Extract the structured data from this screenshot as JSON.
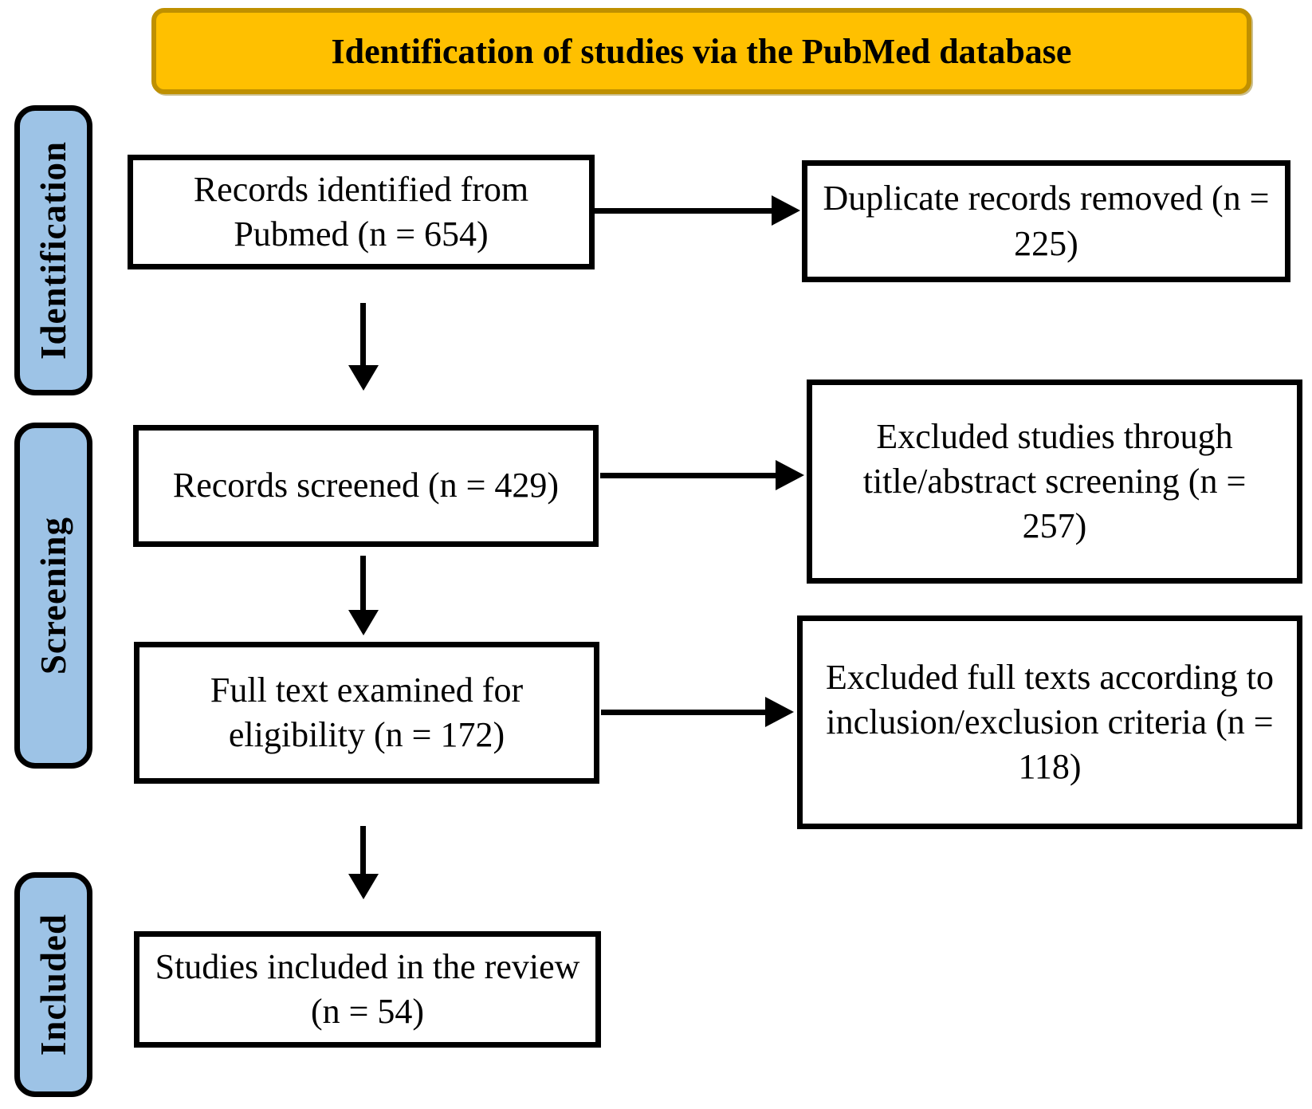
{
  "title": "Identification of studies via the PubMed database",
  "colors": {
    "title_bg": "#FFC000",
    "title_border": "#BF9000",
    "stage_bg": "#9DC3E6",
    "box_border": "#000000",
    "arrow_color": "#000000",
    "page_bg": "#FFFFFF"
  },
  "stages": [
    {
      "id": "identification",
      "label": "Identification"
    },
    {
      "id": "screening",
      "label": "Screening"
    },
    {
      "id": "included",
      "label": "Included"
    }
  ],
  "boxes": {
    "records_identified": "Records identified from Pubmed (n = 654)",
    "duplicates_removed": "Duplicate records removed (n = 225)",
    "records_screened": "Records screened (n = 429)",
    "excluded_title_abstract": "Excluded studies through title/abstract screening (n = 257)",
    "full_text_examined": "Full text examined for eligibility (n = 172)",
    "excluded_full_texts": "Excluded full texts according to inclusion/exclusion criteria (n = 118)",
    "studies_included": "Studies included in the review (n = 54)"
  },
  "counts": {
    "identified": 654,
    "duplicates_removed": 225,
    "screened": 429,
    "excluded_title_abstract": 257,
    "full_text_examined": 172,
    "excluded_full_text": 118,
    "included_in_review": 54
  }
}
